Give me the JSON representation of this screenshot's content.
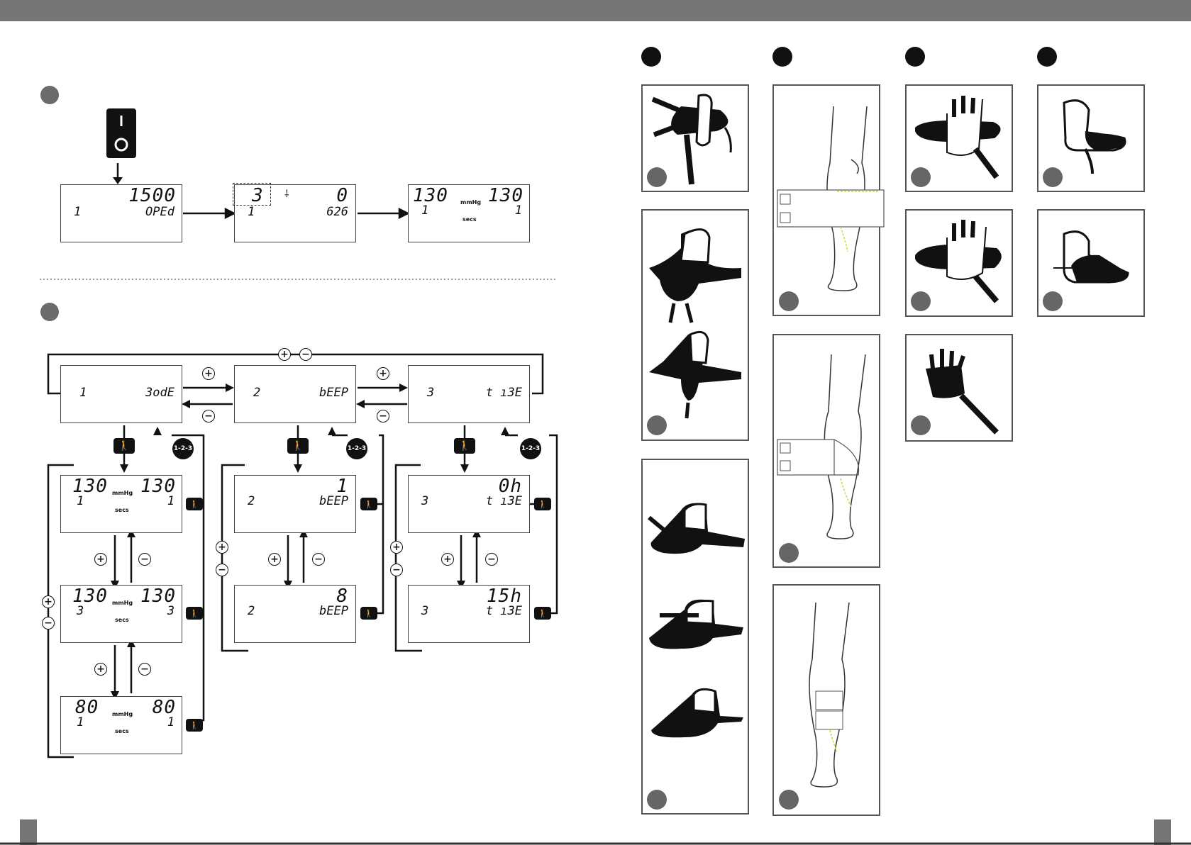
{
  "colors": {
    "header_bar": "#757575",
    "step_dot": "#6b6b6b",
    "heading_dot": "#111111",
    "accent_yellow": "#c8dc32"
  },
  "power_switch": {
    "on_symbol": "I",
    "off_symbol": "O"
  },
  "top_displays": [
    {
      "top_right": "1500",
      "bottom_left": "1",
      "bottom_right": "OPEd"
    },
    {
      "top_left": "3",
      "top_right": "0",
      "bottom_left": "1",
      "bottom_right": "626"
    },
    {
      "top_left": "130",
      "unit": "mmHg",
      "top_right": "130",
      "bottom_left": "1",
      "mid": "secs",
      "bottom_right": "1"
    }
  ],
  "menu_displays": [
    {
      "num": "1",
      "word": "3odE"
    },
    {
      "num": "2",
      "word": "bEEP"
    },
    {
      "num": "3",
      "word": "t ı3E"
    }
  ],
  "col1_displays": [
    {
      "top_left": "130",
      "unit": "mmHg",
      "top_right": "130",
      "bottom_left": "1",
      "mid": "secs",
      "bottom_right": "1"
    },
    {
      "top_left": "130",
      "unit": "mmHg",
      "top_right": "130",
      "bottom_left": "3",
      "mid": "secs",
      "bottom_right": "3"
    },
    {
      "top_left": "80",
      "unit": "mmHg",
      "top_right": "80",
      "bottom_left": "1",
      "mid": "secs",
      "bottom_right": "1"
    }
  ],
  "col2_displays": [
    {
      "top_right": "1",
      "bottom_left": "2",
      "bottom_right": "bEEP"
    },
    {
      "top_right": "8",
      "bottom_left": "2",
      "bottom_right": "bEEP"
    }
  ],
  "col3_displays": [
    {
      "top_right": "0h",
      "bottom_left": "3",
      "bottom_right": "t ı3E"
    },
    {
      "top_right": "15h",
      "bottom_left": "3",
      "bottom_right": "t ı3E"
    }
  ],
  "symbols": {
    "plus": "+",
    "minus": "−",
    "cycle_badge": "1-2-3",
    "walk_icon": "🚶"
  },
  "illustrations": {
    "foot_col": [
      "foot-cuff-open",
      "foot-cuff-wrap",
      "foot-cuff-steps"
    ],
    "leg_col": [
      "calf-cuff-front",
      "calf-cuff-side",
      "calf-cuff-wrapped"
    ],
    "hand_col": [
      "hand-cuff-open",
      "hand-cuff-wrap",
      "hand-cuff-closed"
    ],
    "foot2_col": [
      "foot-sock-open",
      "foot-sock-closed"
    ]
  }
}
